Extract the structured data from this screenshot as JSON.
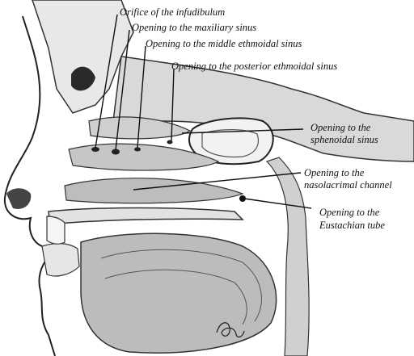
{
  "figure": {
    "labels": {
      "infundibulum": "Orifice of the infudibulum",
      "maxillary": "Opening to the maxiliary sinus",
      "middle_ethmoidal": "Opening to the middle ethmoidal sinus",
      "posterior_ethmoidal": "Opening to the posterior ethmoidal sinus",
      "sphenoidal_line1": "Opening to the",
      "sphenoidal_line2": "sphenoidal sinus",
      "nasolacrimal_line1": "Opening to the",
      "nasolacrimal_line2": "nasolacrimal channel",
      "eustachian_line1": "Opening to the",
      "eustachian_line2": "Eustachian tube"
    }
  }
}
